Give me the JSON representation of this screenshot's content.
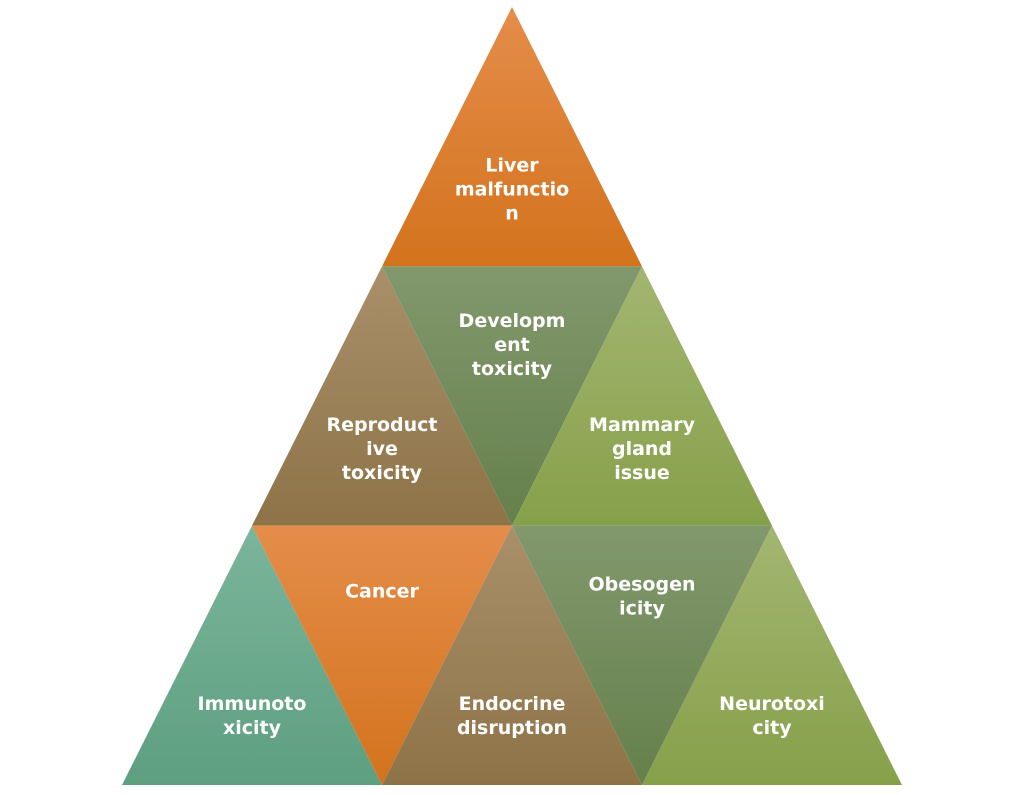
{
  "diagram": {
    "tiles": [
      {
        "id": "liver",
        "lines": [
          "Liver",
          "malfunctio",
          "n"
        ],
        "color_top": "#e48d4a",
        "color_bottom": "#d3731d"
      },
      {
        "id": "development",
        "lines": [
          "Developm",
          "ent",
          "toxicity"
        ],
        "color_top": "#82986d",
        "color_bottom": "#65804b"
      },
      {
        "id": "reproductive",
        "lines": [
          "Reproduct",
          "ive",
          "toxicity"
        ],
        "color_top": "#a9906a",
        "color_bottom": "#8e7348"
      },
      {
        "id": "mammary",
        "lines": [
          "Mammary",
          "gland",
          "issue"
        ],
        "color_top": "#a3b671",
        "color_bottom": "#86a04a"
      },
      {
        "id": "immuno",
        "lines": [
          "Immunoto",
          "xicity"
        ],
        "color_top": "#7bb59b",
        "color_bottom": "#5e9f80"
      },
      {
        "id": "cancer",
        "lines": [
          "Cancer"
        ],
        "color_top": "#e48d4a",
        "color_bottom": "#d3731d"
      },
      {
        "id": "endocrine",
        "lines": [
          "Endocrine",
          "disruption"
        ],
        "color_top": "#a9906a",
        "color_bottom": "#8e7348"
      },
      {
        "id": "obesogen",
        "lines": [
          "Obesogen",
          "icity"
        ],
        "color_top": "#82986d",
        "color_bottom": "#65804b"
      },
      {
        "id": "neuro",
        "lines": [
          "Neurotoxi",
          "city"
        ],
        "color_top": "#a3b671",
        "color_bottom": "#86a04a"
      }
    ]
  }
}
